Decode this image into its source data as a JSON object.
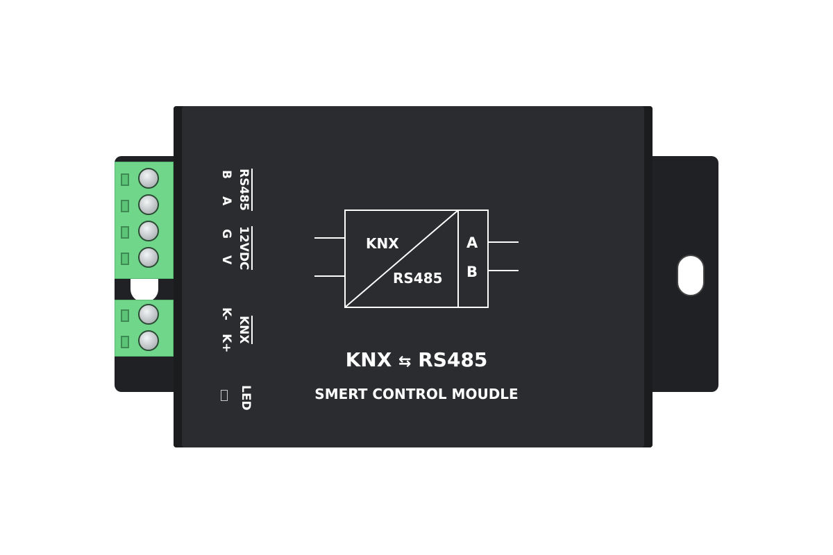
{
  "device": {
    "colors": {
      "housing": "#2a2c2f",
      "terminal": "#6fd68a",
      "print": "#ffffff",
      "background": "#ffffff"
    },
    "side_labels": {
      "rs485_group": "RS485",
      "rs485_pins": [
        "B",
        "A"
      ],
      "power_group": "12VDC",
      "power_pins": [
        "G",
        "V"
      ],
      "knx_group": "KNX",
      "knx_pins": [
        "K-",
        "K+"
      ],
      "led": "LED"
    },
    "diagram": {
      "left_label": "KNX",
      "right_label": "RS485",
      "port_a": "A",
      "port_b": "B"
    },
    "title": {
      "left": "KNX",
      "arrow": "⇆",
      "right": "RS485"
    },
    "subtitle": "SMERT CONTROL MOUDLE"
  }
}
